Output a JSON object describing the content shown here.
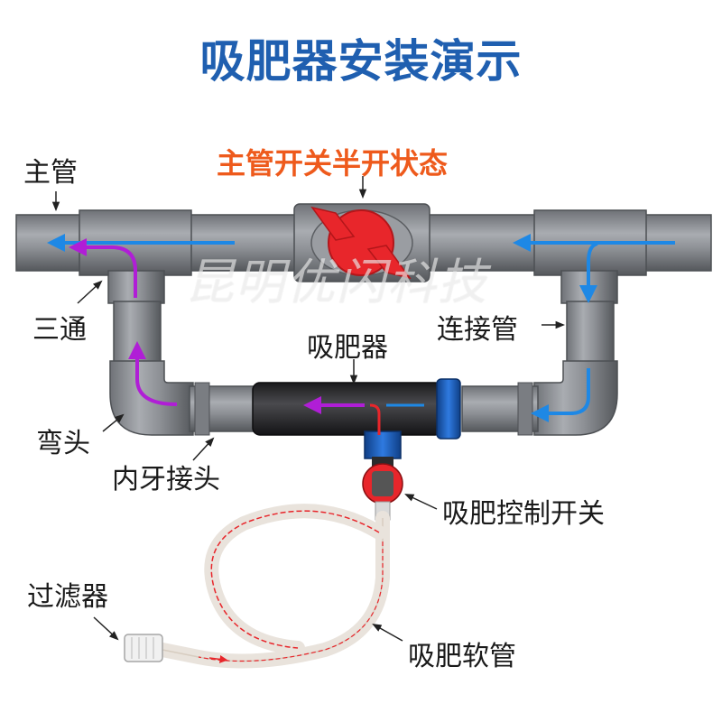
{
  "title": "吸肥器安装演示",
  "subtitle": "主管开关半开状态",
  "watermark": "昆明优闪科技",
  "labels": {
    "main_pipe": "主管",
    "tee": "三通",
    "elbow": "弯头",
    "inner_thread_joint": "内牙接头",
    "connecting_pipe": "连接管",
    "venturi": "吸肥器",
    "control_switch": "吸肥控制开关",
    "filter": "过滤器",
    "hose": "吸肥软管"
  },
  "colors": {
    "title": "#1f5fb0",
    "subtitle": "#ee5a1c",
    "pipe": "#8f9297",
    "pipe_dark": "#5a5d62",
    "valve": "#e8262b",
    "flow_blue": "#1e88e5",
    "flow_purple": "#b01ed6",
    "venturi_body": "#2b2b2d",
    "fitting_blue": "#1d5fb8"
  }
}
